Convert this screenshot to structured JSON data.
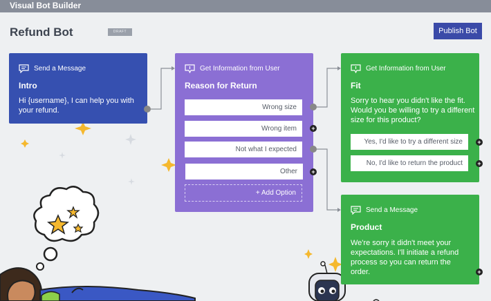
{
  "app": {
    "title": "Visual Bot Builder"
  },
  "bot": {
    "name": "Refund Bot",
    "status": "DRAFT",
    "publish_label": "Publish Bot"
  },
  "nodes": {
    "intro": {
      "type": "Send a Message",
      "title": "Intro",
      "message": "Hi {username}, I can help you with your refund."
    },
    "reason": {
      "type": "Get Information from User",
      "title": "Reason for Return",
      "options": [
        "Wrong size",
        "Wrong item",
        "Not what I expected",
        "Other"
      ],
      "add_label": "+ Add Option"
    },
    "fit": {
      "type": "Get Information from User",
      "title": "Fit",
      "message": "Sorry to hear you didn't like the fit. Would you be willing to try a different size for this product?",
      "options": [
        "Yes, I'd like to try a different size",
        "No, I'd like to return the product"
      ]
    },
    "product": {
      "type": "Send a Message",
      "title": "Product",
      "message": "We're sorry it didn't meet your expectations. I'll initiate a refund process so you can return the order."
    }
  },
  "colors": {
    "send_message": "#3650b0",
    "get_info": "#8b6fd4",
    "reply": "#3bb14a",
    "publish": "#3a4aa8"
  },
  "icons": [
    "message-icon",
    "input-icon",
    "star-icon",
    "plus-icon"
  ]
}
